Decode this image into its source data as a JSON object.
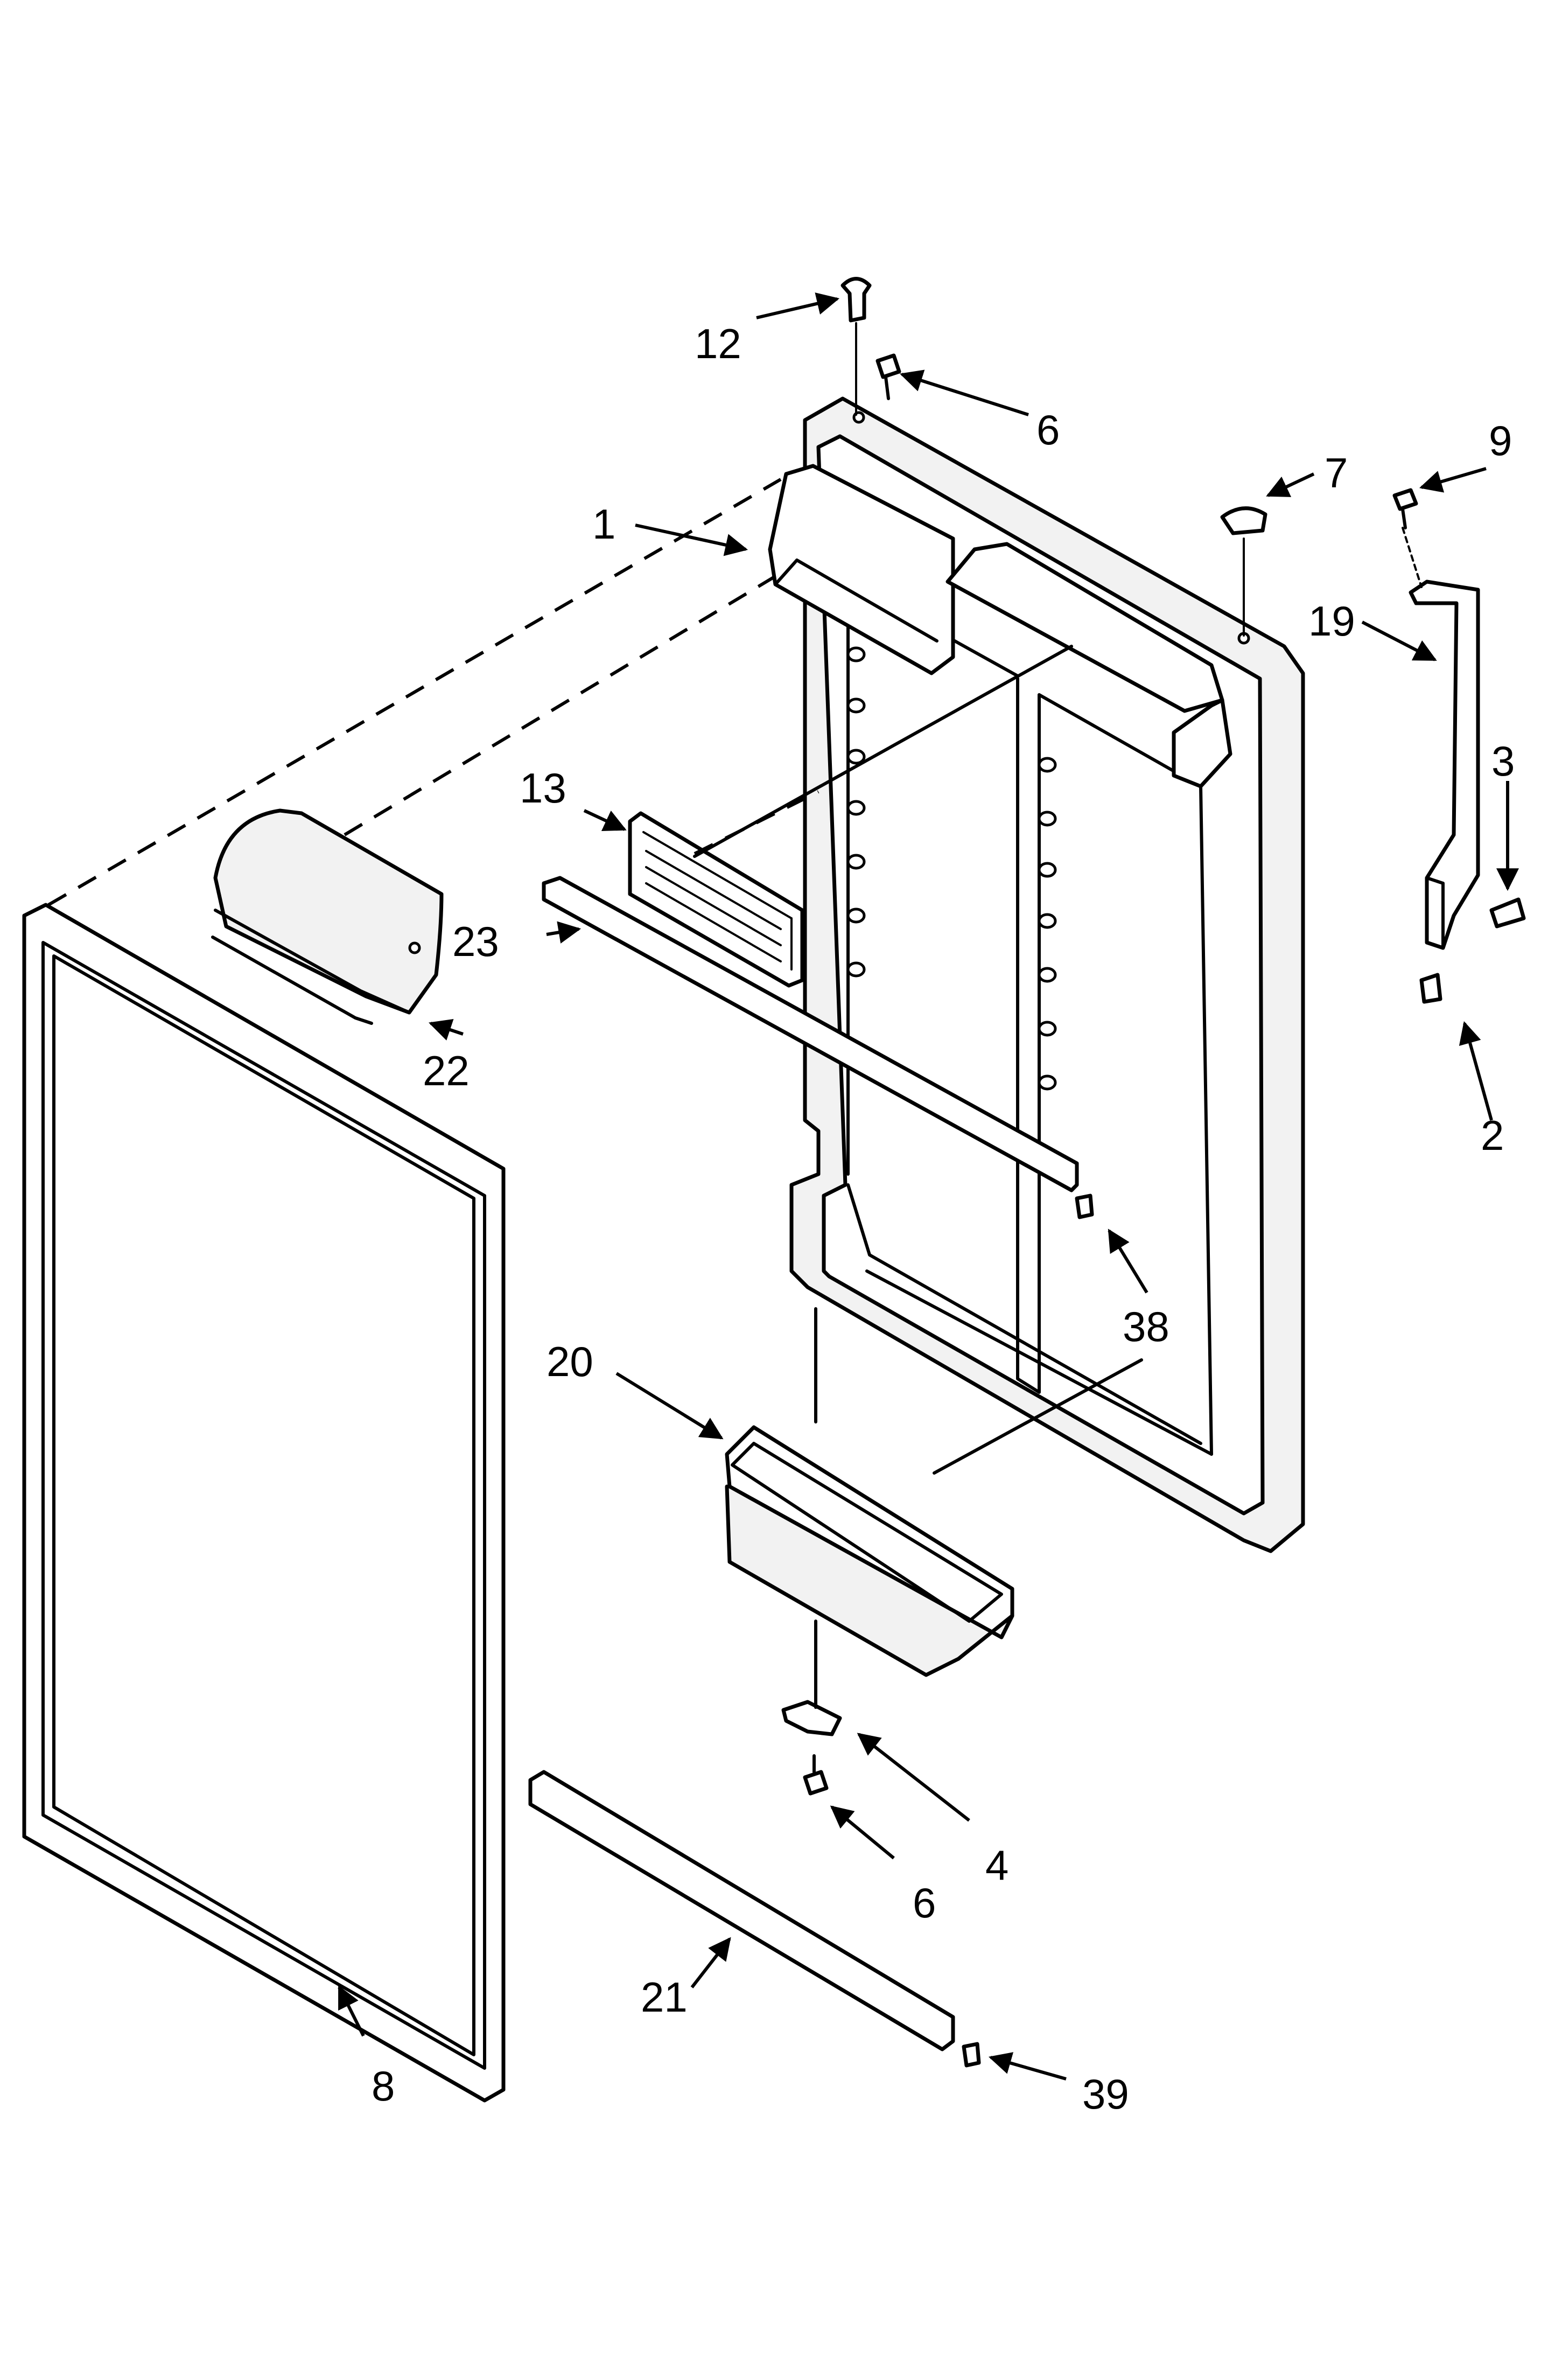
{
  "callouts": {
    "c1": "1",
    "c2": "2",
    "c3": "3",
    "c4": "4",
    "c6a": "6",
    "c6b": "6",
    "c7": "7",
    "c8": "8",
    "c9": "9",
    "c12": "12",
    "c13": "13",
    "c19": "19",
    "c20": "20",
    "c21": "21",
    "c22": "22",
    "c23": "23",
    "c38": "38",
    "c39": "39"
  }
}
